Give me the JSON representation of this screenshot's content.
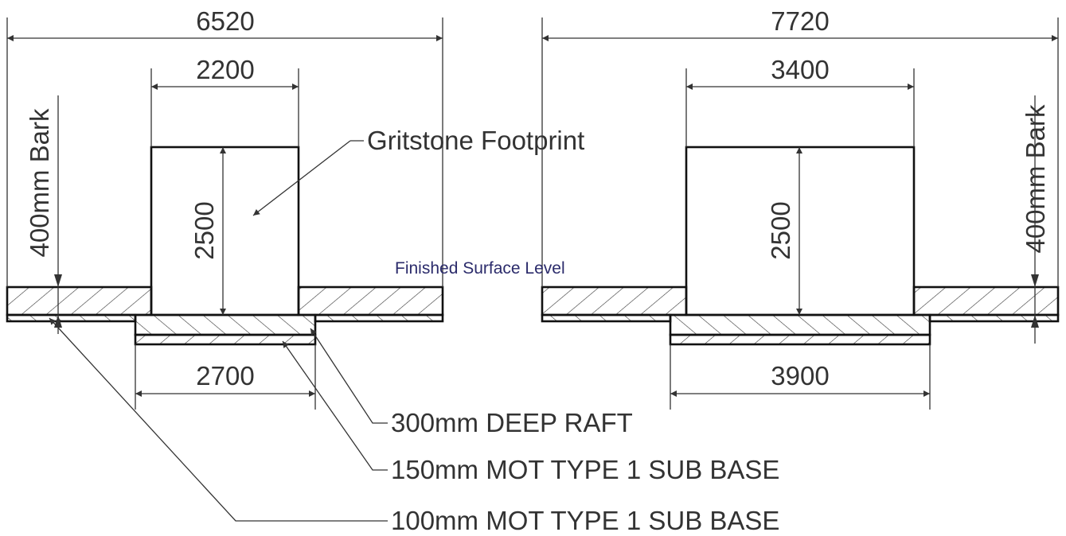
{
  "colors": {
    "line": "#111111",
    "dimension": "#333333",
    "fsl_text": "#2b2b6b",
    "background": "#ffffff"
  },
  "left_section": {
    "overall_width": "6520",
    "footprint_width": "2200",
    "footprint_height": "2500",
    "raft_width": "2700",
    "bark_label": "400mm Bark"
  },
  "right_section": {
    "overall_width": "7720",
    "footprint_width": "3400",
    "footprint_height": "2500",
    "raft_width": "3900",
    "bark_label": "400mm Bark"
  },
  "labels": {
    "footprint": "Gritstone Footprint",
    "finished_surface": "Finished Surface Level",
    "raft": "300mm DEEP RAFT",
    "sub_base_150": "150mm MOT TYPE 1 SUB BASE",
    "sub_base_100": "100mm MOT TYPE 1 SUB BASE"
  }
}
